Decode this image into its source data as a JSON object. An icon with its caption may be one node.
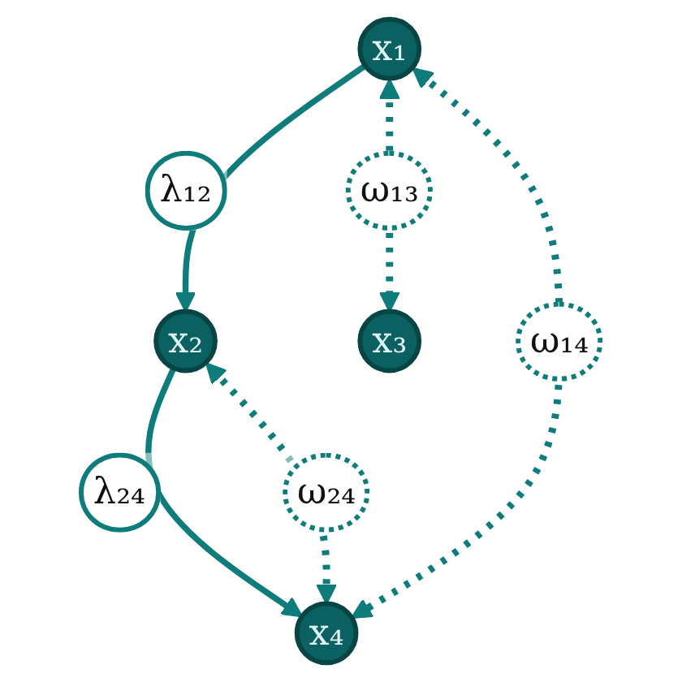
{
  "diagram": {
    "nodes": [
      {
        "text": [
          "x₁"
        ]
      },
      {
        "text": [
          "x₂"
        ]
      },
      {
        "text": [
          "x₃"
        ]
      },
      {
        "text": [
          "x₄"
        ]
      }
    ],
    "edges": [
      {
        "from": 0,
        "to": 1,
        "arrow": "to",
        "label": "λ₁₂"
      },
      {
        "from": 1,
        "to": 3,
        "arrow": "to",
        "label": "λ₂₄"
      },
      {
        "from": 0,
        "to": 2,
        "arrow": "both",
        "label": "ω₁₃",
        "style": "dashed"
      },
      {
        "from": 0,
        "to": 3,
        "arrow": "both",
        "label": "ω₁₄",
        "style": "dashed"
      },
      {
        "from": 1,
        "to": 3,
        "arrow": "both",
        "label": "ω₂₄",
        "style": "dashed"
      }
    ]
  }
}
